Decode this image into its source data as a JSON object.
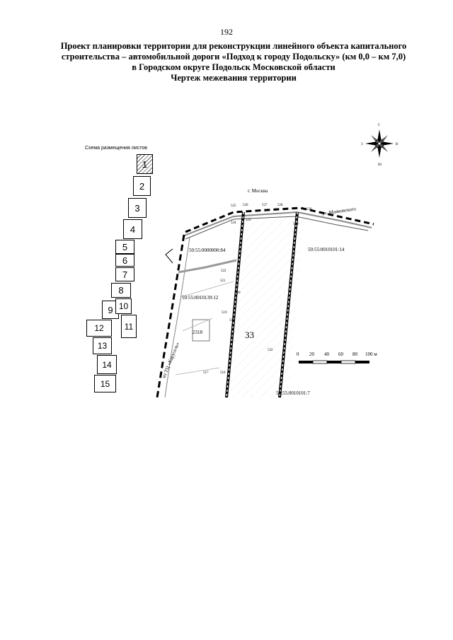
{
  "page_number": "192",
  "title_lines": [
    "Проект планировки территории для реконструкции линейного объекта капитального",
    "строительства – автомобильной дороги «Подход к городу Подольску» (км 0,0 – км 7,0)",
    "в Городском округе Подольск Московской области",
    "Чертеж межевания территории"
  ],
  "scheme": {
    "title": "Схема размещения листов",
    "sheets": [
      "1",
      "2",
      "3",
      "4",
      "5",
      "6",
      "7",
      "8",
      "9",
      "10",
      "11",
      "12",
      "13",
      "14",
      "15"
    ],
    "current_sheet": "1"
  },
  "map": {
    "city_label": "г. Москва",
    "street_label": "ул. Маяковского",
    "road_label": "из ТЦ «Карусель»",
    "parcel_labels": [
      "50:55:0000000:84",
      "50:55:0010101:14",
      "50:55:0010139:12",
      "50:55:0010101:7"
    ],
    "zone_number": "33",
    "building_number": "2318",
    "point_labels": [
      "525",
      "526",
      "527",
      "528",
      "529",
      "523",
      "524",
      "530",
      "522",
      "521",
      "520",
      "519",
      "518",
      "532",
      "517",
      "516"
    ]
  },
  "scale_bar": {
    "ticks": [
      "0",
      "20",
      "40",
      "60",
      "80",
      "100 м"
    ]
  },
  "compass": {
    "north": "С",
    "south": "Ю",
    "east": "В",
    "west": "З"
  }
}
